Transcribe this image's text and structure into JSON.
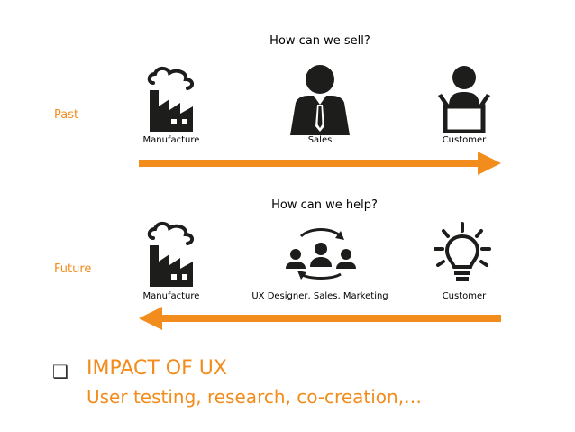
{
  "past": {
    "label": "Past",
    "question": "How can we sell?",
    "captions": [
      "Manufacture",
      "Sales",
      "Customer"
    ]
  },
  "future": {
    "label": "Future",
    "question": "How can we help?",
    "captions": [
      "Manufacture",
      "UX Designer, Sales, Marketing",
      "Customer"
    ]
  },
  "footer": {
    "bullet": "❑",
    "title": "IMPACT OF UX",
    "subtitle": "User testing, research, co-creation,…"
  },
  "colors": {
    "accent": "#f28c1c",
    "icon": "#1d1d1b"
  },
  "icons": {
    "past": [
      "factory-icon",
      "businessman-icon",
      "customer-box-icon"
    ],
    "future": [
      "factory-icon",
      "team-collaboration-icon",
      "lightbulb-icon"
    ]
  }
}
